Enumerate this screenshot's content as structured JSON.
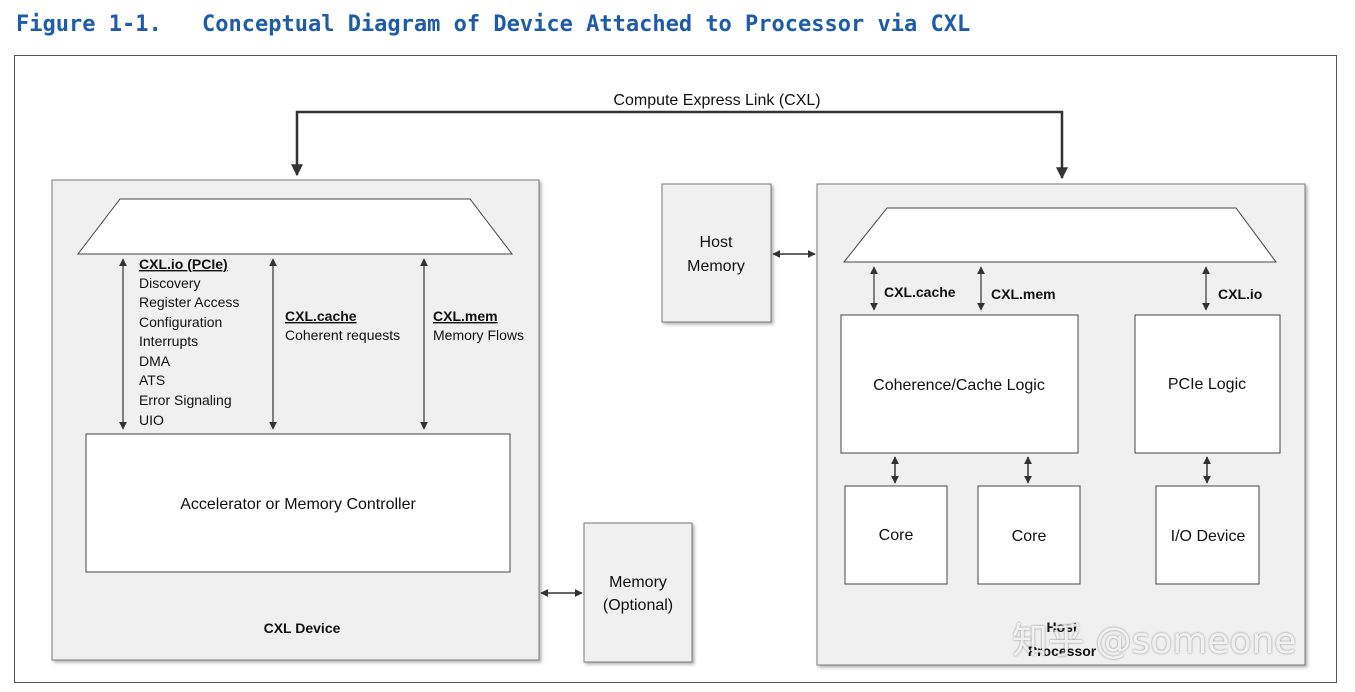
{
  "figure": {
    "number": "Figure 1-1.",
    "title": "Conceptual Diagram of Device Attached to Processor via CXL"
  },
  "link": {
    "label": "Compute Express Link (CXL)"
  },
  "device": {
    "name": "CXL Device",
    "controller": "Accelerator or Memory Controller",
    "io": {
      "title": "CXL.io (PCIe)",
      "items": [
        "Discovery",
        "Register Access",
        "Configuration",
        "Interrupts",
        "DMA",
        "ATS",
        "Error Signaling",
        "UIO"
      ]
    },
    "cache": {
      "title": "CXL.cache",
      "desc": "Coherent requests"
    },
    "mem": {
      "title": "CXL.mem",
      "desc": "Memory Flows"
    }
  },
  "device_memory": {
    "line1": "Memory",
    "line2": "(Optional)"
  },
  "host_memory": {
    "line1": "Host",
    "line2": "Memory"
  },
  "host": {
    "name_line1": "Host",
    "name_line2": "Processor",
    "cache_label": "CXL.cache",
    "mem_label": "CXL.mem",
    "io_label": "CXL.io",
    "coherence": "Coherence/Cache Logic",
    "pcie": "PCIe Logic",
    "core1": "Core",
    "core2": "Core",
    "io_device": "I/O Device"
  },
  "watermark": "知乎 @someone",
  "colors": {
    "title": "#1f5ca8",
    "panel": "#f0f0f0",
    "line": "#444444"
  }
}
